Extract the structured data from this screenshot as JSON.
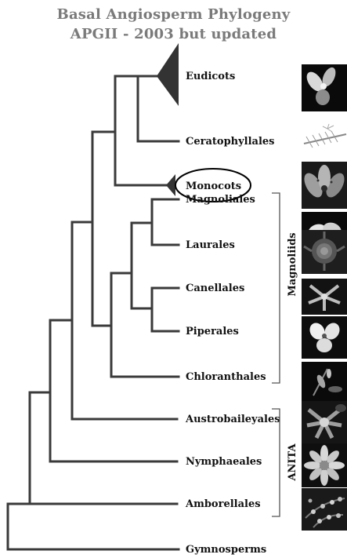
{
  "title": {
    "line1": "Basal Angiosperm Phylogeny",
    "line2": "APGII - 2003 but updated"
  },
  "taxa": [
    {
      "key": "eudicots",
      "label": "Eudicots",
      "photo_icon": "eudicot-flower-photo"
    },
    {
      "key": "ceratophyllales",
      "label": "Ceratophyllales",
      "photo_icon": "ceratophyllum-photo"
    },
    {
      "key": "monocots",
      "label": "Monocots",
      "photo_icon": "lily-photo",
      "highlighted": true
    },
    {
      "key": "magnoliales",
      "label": "Magnoliales",
      "photo_icon": "magnolia-photo"
    },
    {
      "key": "laurales",
      "label": "Laurales",
      "photo_icon": "laurales-flower-photo"
    },
    {
      "key": "canellales",
      "label": "Canellales",
      "photo_icon": "canellales-flower-photo"
    },
    {
      "key": "piperales",
      "label": "Piperales",
      "photo_icon": "piperales-flower-photo"
    },
    {
      "key": "chloranthales",
      "label": "Chloranthales",
      "photo_icon": "chloranthus-photo"
    },
    {
      "key": "austrobaileyales",
      "label": "Austrobaileyales",
      "photo_icon": "austrobaileya-photo"
    },
    {
      "key": "nymphaeales",
      "label": "Nymphaeales",
      "photo_icon": "water-lily-photo"
    },
    {
      "key": "amborellales",
      "label": "Amborellales",
      "photo_icon": "amborella-photo"
    },
    {
      "key": "gymnosperms",
      "label": "Gymnosperms"
    }
  ],
  "clades": {
    "magnoliids": "Magnoliids",
    "anita": "ANITA"
  },
  "colors": {
    "title": "#7a7a7a",
    "branch": "#3a3a3a",
    "text": "#111111",
    "photo_background": "#000000"
  }
}
